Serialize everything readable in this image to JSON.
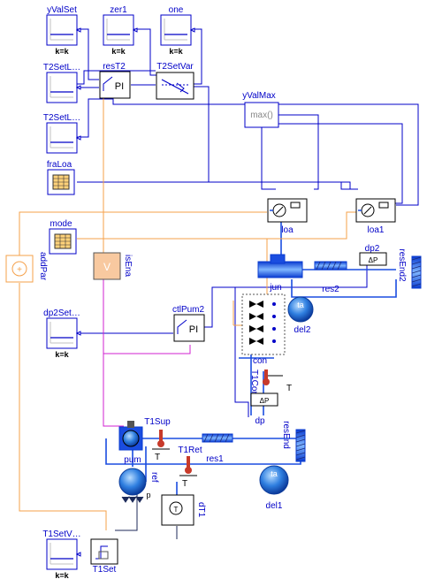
{
  "blocks": {
    "yValSet": {
      "name": "yValSet",
      "param": "k=k"
    },
    "zer1": {
      "name": "zer1",
      "param": "k=k"
    },
    "one": {
      "name": "one",
      "param": "k=k"
    },
    "T2SetLo": {
      "name": "T2SetL…"
    },
    "resT2": {
      "name": "resT2",
      "text": "PI"
    },
    "T2SetVar": {
      "name": "T2SetVar"
    },
    "T2SetLi": {
      "name": "T2SetL…"
    },
    "yValMax": {
      "name": "yValMax",
      "text": "max()"
    },
    "fraLoa": {
      "name": "fraLoa"
    },
    "mode": {
      "name": "mode"
    },
    "addPar": {
      "name": "addPar",
      "text": "+"
    },
    "isEna": {
      "name": "isEna",
      "text": "V"
    },
    "dp2Set": {
      "name": "dp2Set…",
      "param": "k=k"
    },
    "ctlPum2": {
      "name": "ctlPum2",
      "text": "PI"
    },
    "loa": {
      "name": "loa"
    },
    "loa1": {
      "name": "loa1"
    },
    "dp2": {
      "name": "dp2",
      "text": "ΔP"
    },
    "jun": {
      "name": "jun"
    },
    "res2": {
      "name": "res2"
    },
    "resEnd2": {
      "name": "resEnd2"
    },
    "del2": {
      "name": "del2",
      "text": "ta"
    },
    "con": {
      "name": "con"
    },
    "T1Con": {
      "name": "T1Con",
      "text": "T"
    },
    "dp": {
      "name": "dp",
      "text": "ΔP"
    },
    "T1Sup": {
      "name": "T1Sup",
      "text": "T"
    },
    "T1Ret": {
      "name": "T1Ret",
      "text": "T"
    },
    "pum": {
      "name": "pum"
    },
    "res1": {
      "name": "res1"
    },
    "resEnd": {
      "name": "resEnd"
    },
    "del1": {
      "name": "del1",
      "text": "ta"
    },
    "ref": {
      "name": "ref",
      "text": "p"
    },
    "dT1": {
      "name": "dT1"
    },
    "T1SetV": {
      "name": "T1SetV…",
      "param": "k=k"
    },
    "T1Set": {
      "name": "T1Set"
    }
  },
  "colors": {
    "signal": "#0000c8",
    "orange": "#f5a04a",
    "magenta": "#d020d0",
    "pipe": "#1a4de0",
    "dark": "#1c2a5a"
  }
}
